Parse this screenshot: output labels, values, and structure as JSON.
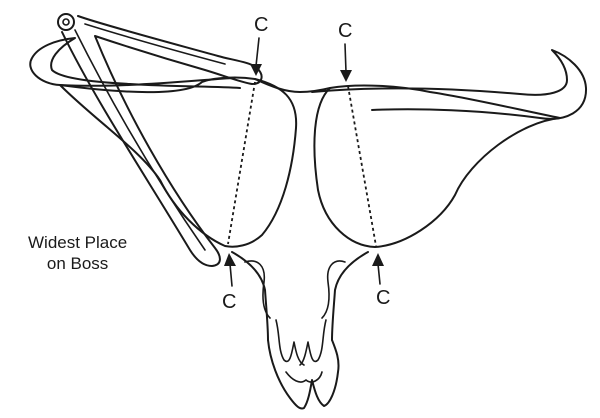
{
  "figure": {
    "measurement_label": "C",
    "caption_line1": "Widest Place",
    "caption_line2": "on Boss"
  },
  "colors": {
    "ink": "#1a1a1a",
    "background": "#ffffff"
  }
}
